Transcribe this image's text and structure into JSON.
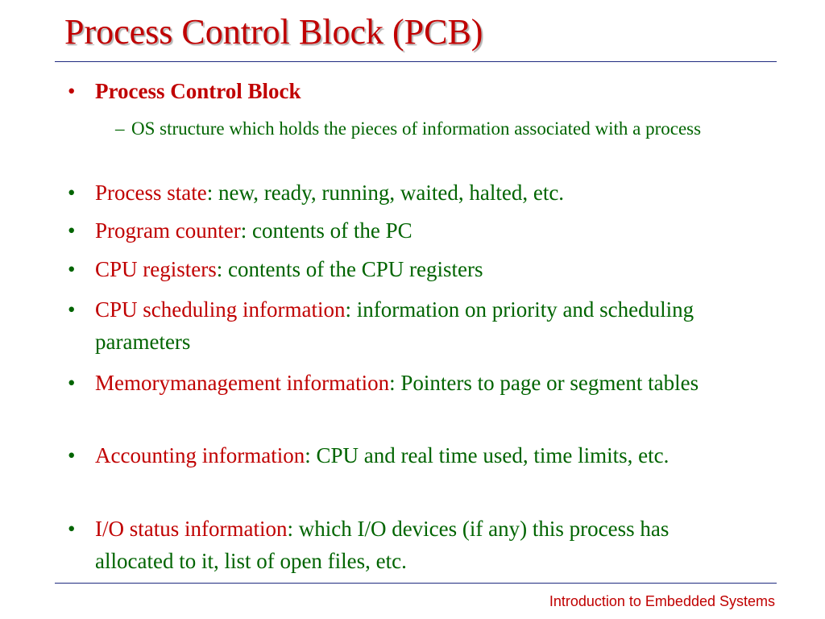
{
  "slide": {
    "title": "Process Control Block (PCB)",
    "footer": "Introduction to Embedded Systems"
  },
  "bullet_glyph": "•",
  "sub_glyph": "–",
  "items": [
    {
      "term": "Process Control Block",
      "desc": "",
      "sub": "OS structure which holds the pieces of information associated with a process"
    },
    {
      "term": "Process state",
      "desc": ": new, ready, running, waited, halted, etc."
    },
    {
      "term": "Program counter",
      "desc": ": contents of the PC"
    },
    {
      "term": "CPU registers",
      "desc": ": contents of the CPU registers"
    },
    {
      "term": "CPU scheduling information",
      "desc": ": information on priority and scheduling parameters"
    },
    {
      "term": "Memorymanagement information",
      "desc": ": Pointers to page or segment tables"
    },
    {
      "term": "Accounting information",
      "desc": ": CPU and real time used, time limits, etc."
    },
    {
      "term": "I/O status information",
      "desc": ": which I/O devices (if any) this process has allocated to it, list of open files, etc."
    }
  ],
  "colors": {
    "title": "#c00000",
    "term": "#c00000",
    "text": "#006400",
    "rule": "#1f2a80"
  }
}
